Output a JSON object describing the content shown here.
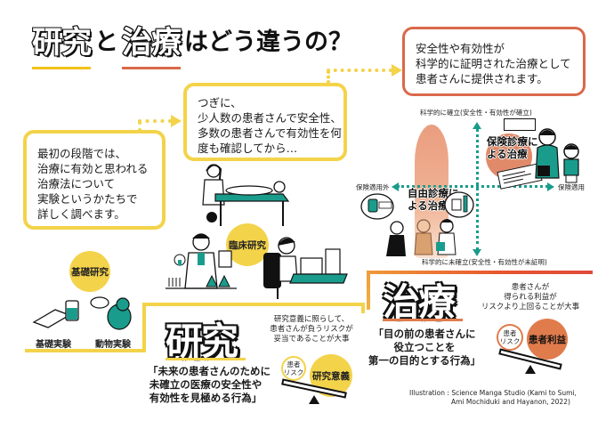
{
  "title": {
    "word1": "研究",
    "connector": "と",
    "word2": "治療",
    "rest": "はどう違うの？"
  },
  "steps": [
    {
      "id": "step1",
      "lines": [
        "最初の段階では、",
        "治療に有効と思われる",
        "治療法について",
        "実験というかたちで",
        "詳しく調べます。"
      ]
    },
    {
      "id": "step2",
      "lines": [
        "つぎに、",
        "少人数の患者さんで安全性、",
        "多数の患者さんで有効性を何",
        "度も確認してから…"
      ]
    },
    {
      "id": "step3",
      "lines": [
        "安全性や有効性が",
        "科学的に証明された治療として",
        "患者さんに提供されます。"
      ]
    }
  ],
  "research": {
    "basic_research_label": "基礎研究",
    "basic_experiment_label": "基礎実験",
    "animal_experiment_label": "動物実験",
    "clinical_research_label": "臨床研究",
    "heading": "研究",
    "definition": [
      "「未来の患者さんのために",
      "未確立の医療の安全性や",
      "有効性を見極める行為」"
    ],
    "balance_note": [
      "研究意義に照らして、",
      "患者さんが負うリスクが",
      "妥当であることが大事"
    ],
    "risk_label": [
      "患者",
      "リスク"
    ],
    "benefit_label": "研究意義"
  },
  "treatment": {
    "heading": "治療",
    "definition": [
      "「目の前の患者さんに",
      "役立つことを",
      "第一の目的とする行為」"
    ],
    "balance_note": [
      "患者さんが",
      "得られる利益が",
      "リスクより上回ることが大事"
    ],
    "risk_label": [
      "患者",
      "リスク"
    ],
    "benefit_label": "患者利益"
  },
  "quadrant": {
    "top_label": "科学的に確立(安全性・有効性が確立)",
    "bottom_label": "科学的に未確立(安全性・有効性が未証明)",
    "left_label": "保険適用外",
    "right_label": "保険適用",
    "insured_treatment": [
      "保険診療に",
      "よる治療"
    ],
    "free_treatment": [
      "自由診療に",
      "よる治療"
    ]
  },
  "credit": {
    "line1": "Illustration : Science Manga Studio (Kami to Sumi,",
    "line2": "Ami Mochiduki and Hayanon, 2022)"
  },
  "colors": {
    "research_yellow": "#f3d34a",
    "treatment_orange": "#e07b4c",
    "callout_red": "#d9694a",
    "teal": "#1a9c8c"
  }
}
